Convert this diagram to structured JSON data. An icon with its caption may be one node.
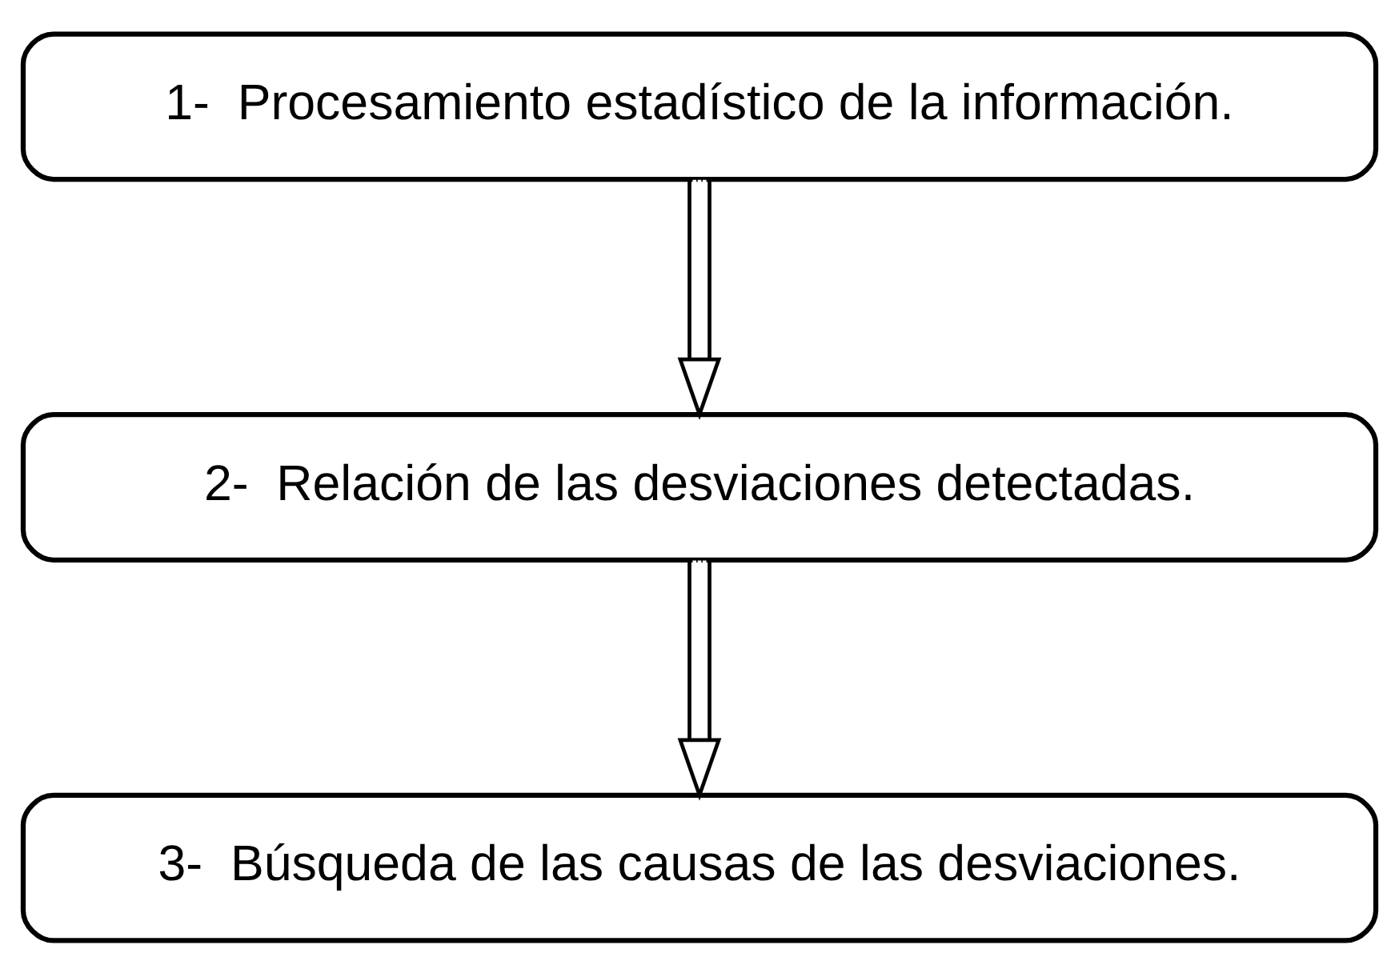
{
  "diagram": {
    "nodes": [
      {
        "text": [
          "1-  Procesamiento estadístico de la información."
        ]
      },
      {
        "text": [
          "2-  Relación de las desviaciones detectadas."
        ]
      },
      {
        "text": [
          "3-  Búsqueda de las causas de las desviaciones."
        ]
      }
    ],
    "edges": [
      {
        "from": 0,
        "to": 1,
        "arrow": "to"
      },
      {
        "from": 1,
        "to": 2,
        "arrow": "to"
      }
    ]
  }
}
